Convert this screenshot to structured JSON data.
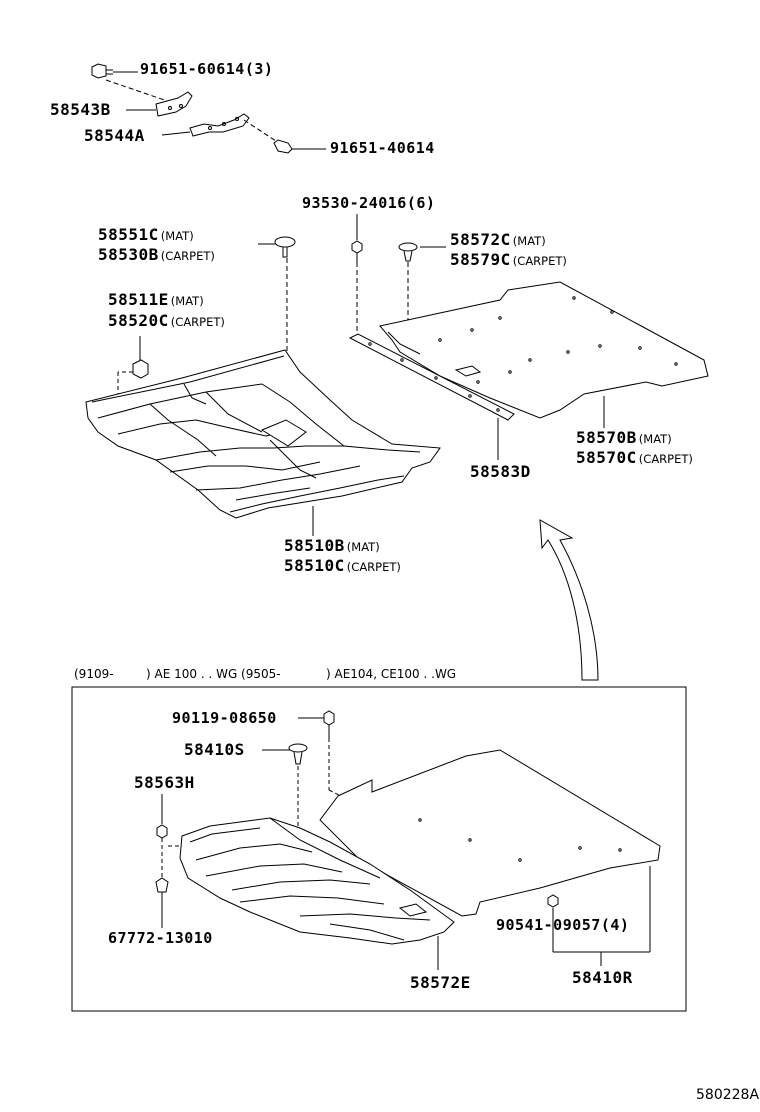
{
  "labels": {
    "p91651_60614": "91651-60614(3)",
    "p58543B": "58543B",
    "p58544A": "58544A",
    "p91651_40614": "91651-40614",
    "p93530_24016": "93530-24016(6)",
    "p58551C": "58551C",
    "p58530B": "58530B",
    "p58572C": "58572C",
    "p58579C": "58579C",
    "p58511E": "58511E",
    "p58520C": "58520C",
    "p58570B": "58570B",
    "p58570C": "58570C",
    "p58583D": "58583D",
    "p58510B": "58510B",
    "p58510C": "58510C",
    "p90119_08650": "90119-08650",
    "p58410S": "58410S",
    "p58563H": "58563H",
    "p67772_13010": "67772-13010",
    "p90541_09057": "90541-09057(4)",
    "p58572E": "58572E",
    "p58410R": "58410R"
  },
  "annotations": {
    "mat": "(MAT)",
    "carpet": "(CARPET)"
  },
  "condition_text": {
    "left": "(9109-",
    "mid": ") AE 100 . . WG (9505-",
    "right": ") AE104, CE100 . .WG"
  },
  "diagram_code": "580228A"
}
